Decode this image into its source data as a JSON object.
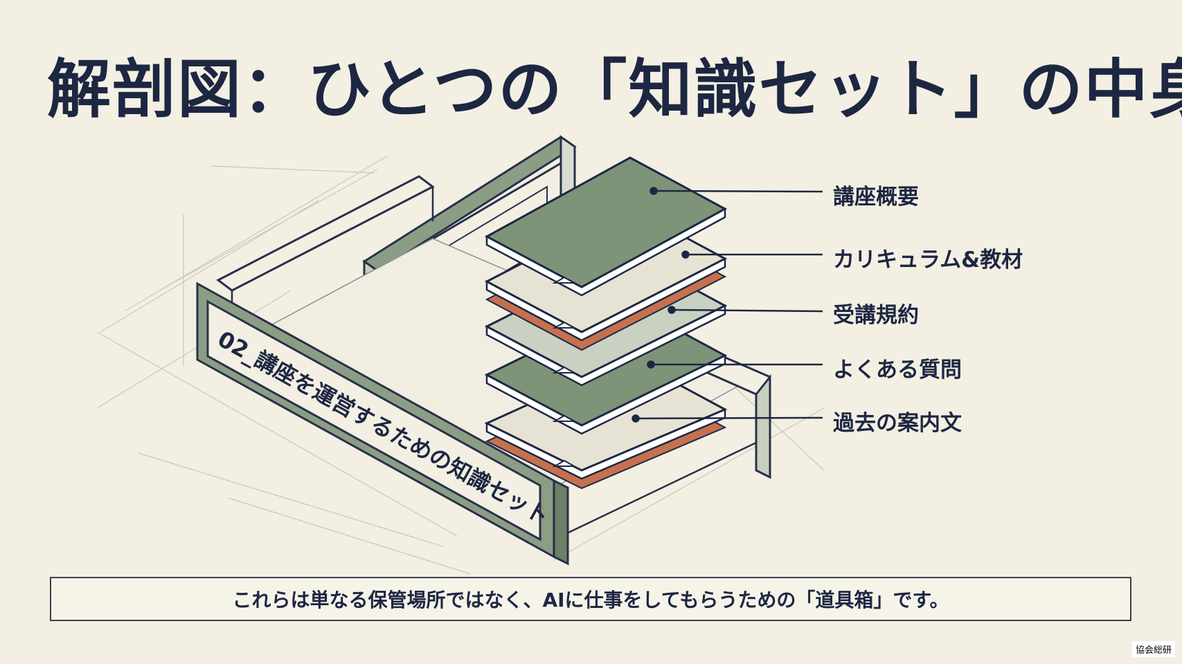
{
  "title": "解剖図：ひとつの「知識セット」の中身",
  "box_label": "02_講座を運営するための知識セット",
  "layers": [
    {
      "label": "講座概要",
      "color": "#7d9479"
    },
    {
      "label": "カリキュラム&教材",
      "color": "#e7e3d4"
    },
    {
      "label": "受講規約",
      "color": "#c9d1c2"
    },
    {
      "label": "よくある質問",
      "color": "#7d9479"
    },
    {
      "label": "過去の案内文",
      "color": "#e7e3d4"
    }
  ],
  "caption": "これらは単なる保管場所ではなく、AIに仕事をしてもらうための「道具箱」です。",
  "watermark": "協会総研",
  "colors": {
    "navy": "#1d2742",
    "sage": "#7d9479",
    "terracotta": "#c5714f",
    "cream": "#f3efe3"
  }
}
